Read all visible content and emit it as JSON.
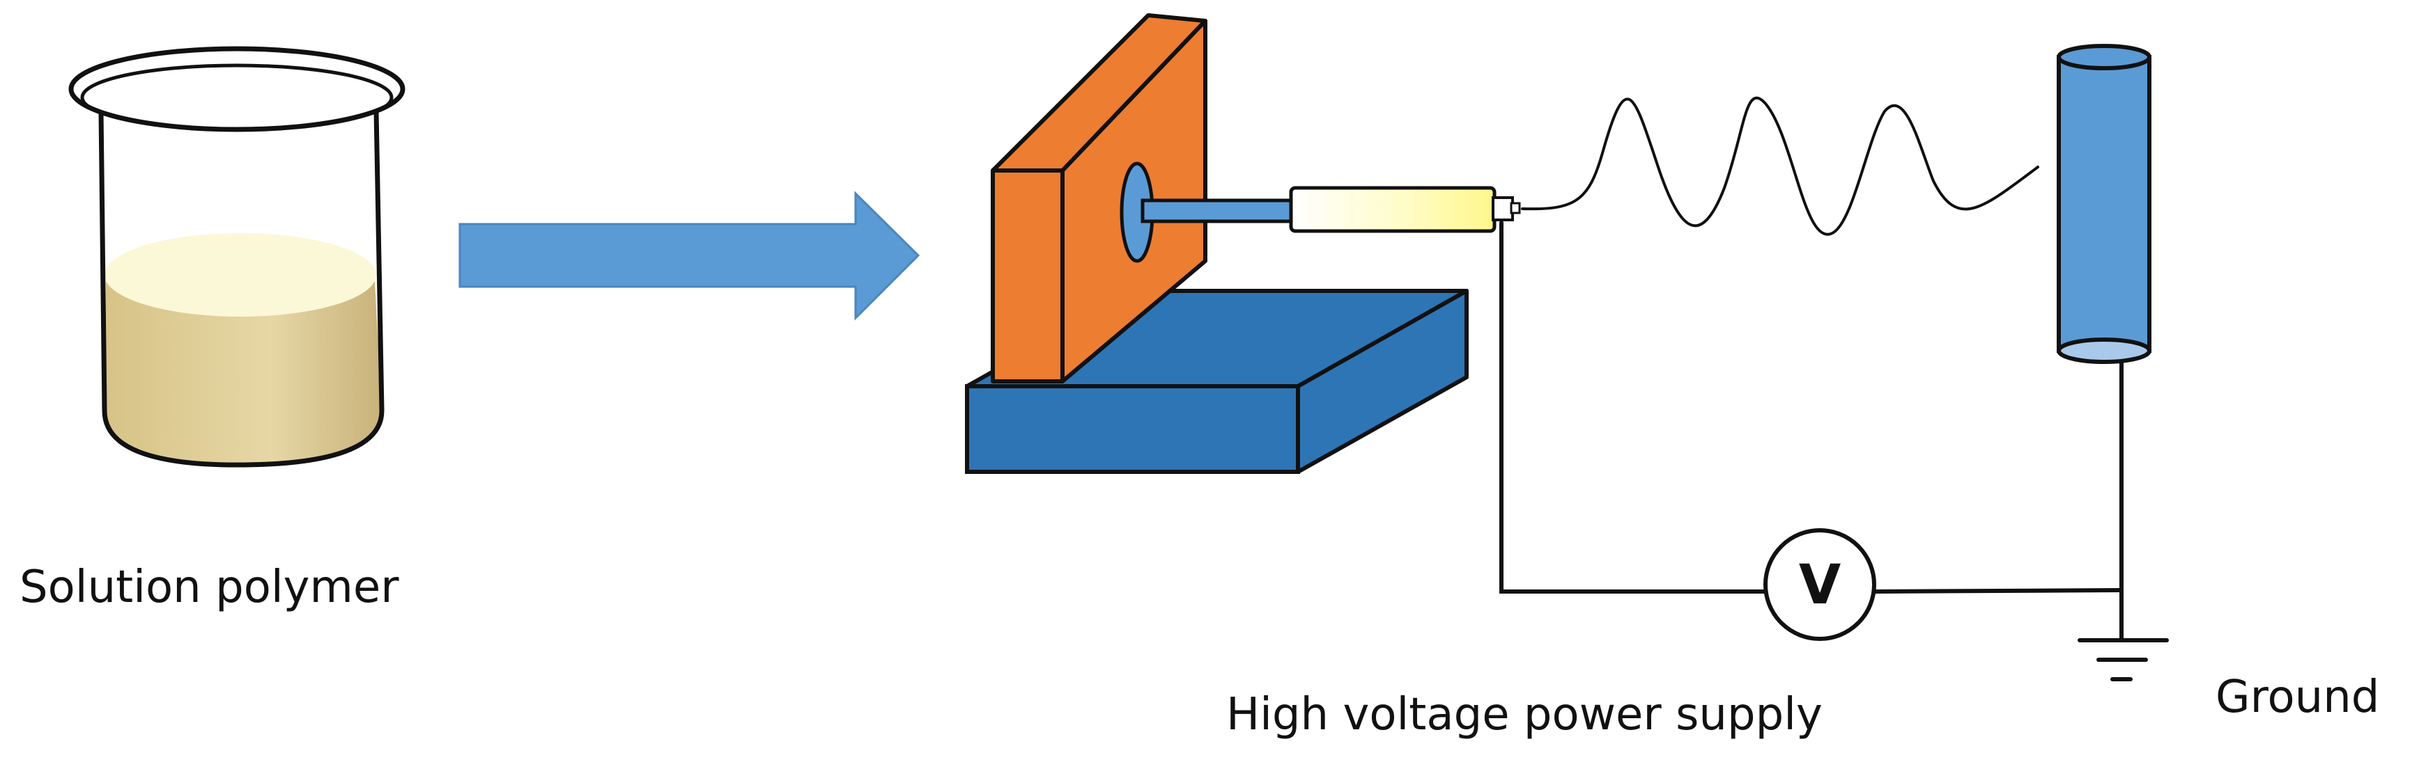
{
  "labels": {
    "solution_polymer": "Solution polymer",
    "high_voltage_power_supply": "High voltage power supply",
    "ground": "Ground",
    "voltmeter_symbol": "V"
  },
  "colors": {
    "polymer_fill": "#e6d5a0",
    "polymer_top": "#fbf8d8",
    "arrow": "#5b9bd5",
    "holder_orange": "#ed7d31",
    "base_blue": "#2e75b6",
    "collector_blue": "#5b9bd5",
    "syringe_tip": "#fffb9a",
    "line": "#111111"
  }
}
